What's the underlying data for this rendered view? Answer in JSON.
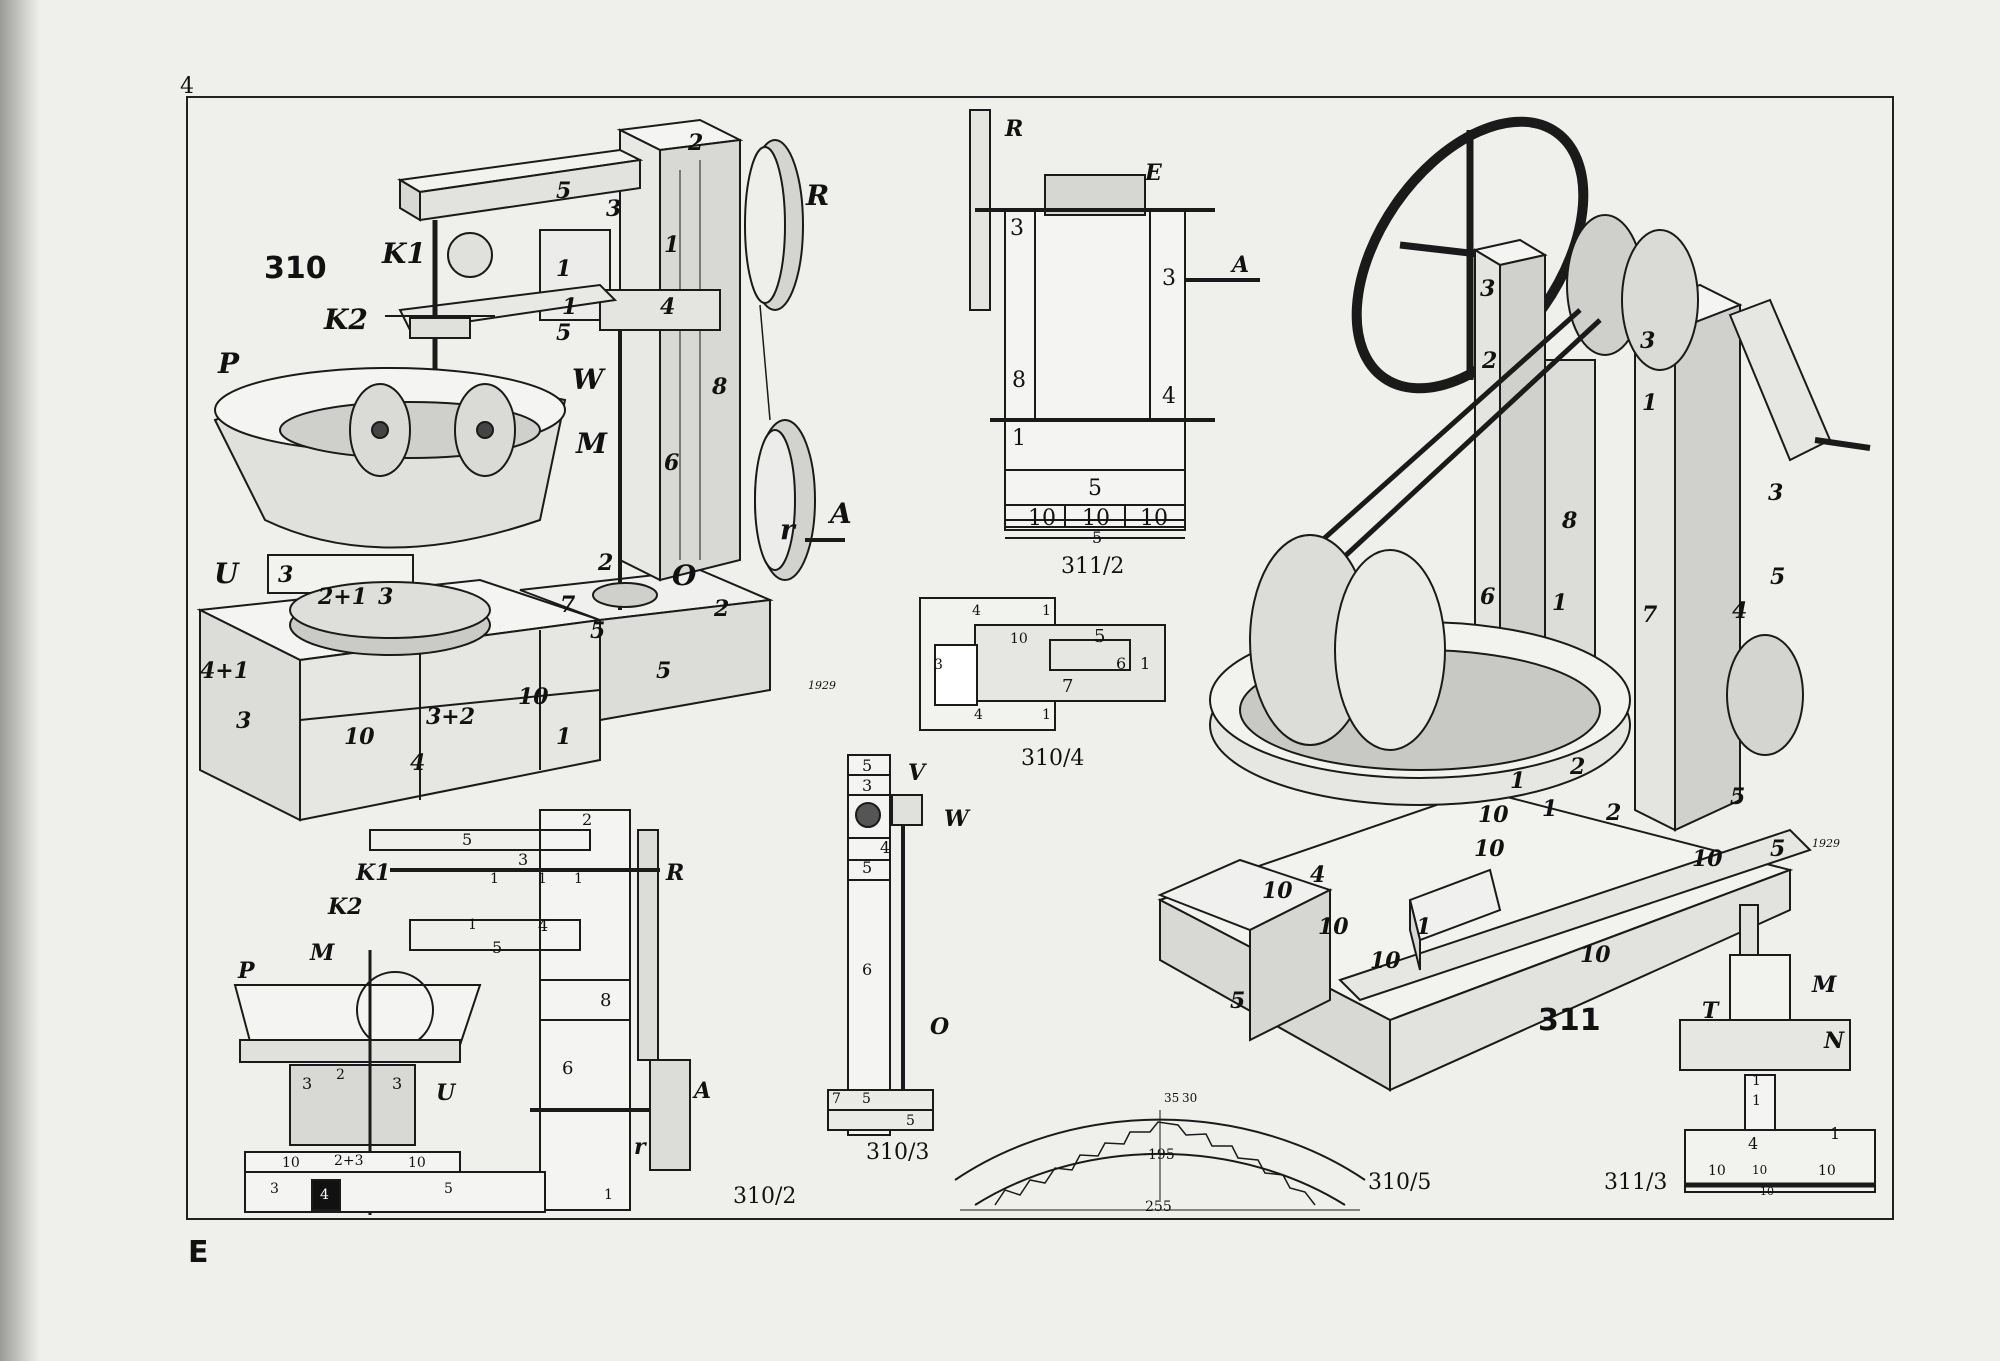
{
  "page_number": "4",
  "signature_mark": "E",
  "figure_numbers": {
    "fig310": "310",
    "fig311": "311"
  },
  "sub_captions": {
    "c310_2": "310/2",
    "c310_3": "310/3",
    "c310_4": "310/4",
    "c310_5": "310/5",
    "c311_2": "311/2",
    "c311_3": "311/3"
  },
  "labels_310": {
    "K1": "K1",
    "K2": "K2",
    "P": "P",
    "M": "M",
    "U": "U",
    "W": "W",
    "R": "R",
    "A": "A",
    "r": "r",
    "O": "O"
  },
  "labels_310_2": {
    "K1": "K1",
    "K2": "K2",
    "P": "P",
    "M": "M",
    "U": "U",
    "R": "R",
    "A": "A",
    "r": "r"
  },
  "labels_310_3": {
    "V": "V",
    "W": "W",
    "O": "O"
  },
  "labels_311_2": {
    "R": "R",
    "E": "E",
    "A": "A"
  },
  "labels_311_3": {
    "M": "M",
    "T": "T",
    "N": "N"
  },
  "part_numbers_310": [
    "5",
    "3",
    "2",
    "1",
    "1",
    "1",
    "4",
    "5",
    "8",
    "6",
    "2",
    "2",
    "7",
    "5",
    "5",
    "3",
    "2+1",
    "3",
    "10",
    "3+2",
    "10",
    "4",
    "3",
    "4+1",
    "1"
  ],
  "part_numbers_311": [
    "3",
    "2",
    "3",
    "1",
    "8",
    "6",
    "7",
    "1",
    "3",
    "4",
    "5",
    "5",
    "2",
    "2",
    "1",
    "1",
    "10",
    "4",
    "10",
    "10",
    "10",
    "10",
    "1",
    "5",
    "10",
    "10",
    "5"
  ],
  "part_numbers_310_2": [
    "5",
    "2",
    "3",
    "1",
    "1",
    "1",
    "1",
    "4",
    "5",
    "8",
    "6",
    "3",
    "2",
    "3",
    "10",
    "2+3",
    "10",
    "3",
    "4",
    "5",
    "1"
  ],
  "part_numbers_310_3": [
    "5",
    "3",
    "4",
    "5",
    "6",
    "7",
    "5",
    "5"
  ],
  "part_numbers_310_4": [
    "4",
    "1",
    "3",
    "10",
    "5",
    "7",
    "6",
    "1",
    "4",
    "1"
  ],
  "part_numbers_311_2": [
    "3",
    "3",
    "8",
    "4",
    "1",
    "5",
    "10",
    "10",
    "10",
    "5"
  ],
  "part_numbers_311_3": [
    "1",
    "1",
    "4",
    "1",
    "10",
    "10",
    "10",
    "10"
  ],
  "dimensions_310_5": {
    "width": "255",
    "radius": "195",
    "d1": "35",
    "d2": "30"
  },
  "artist_marks": [
    "1929",
    "1929"
  ]
}
